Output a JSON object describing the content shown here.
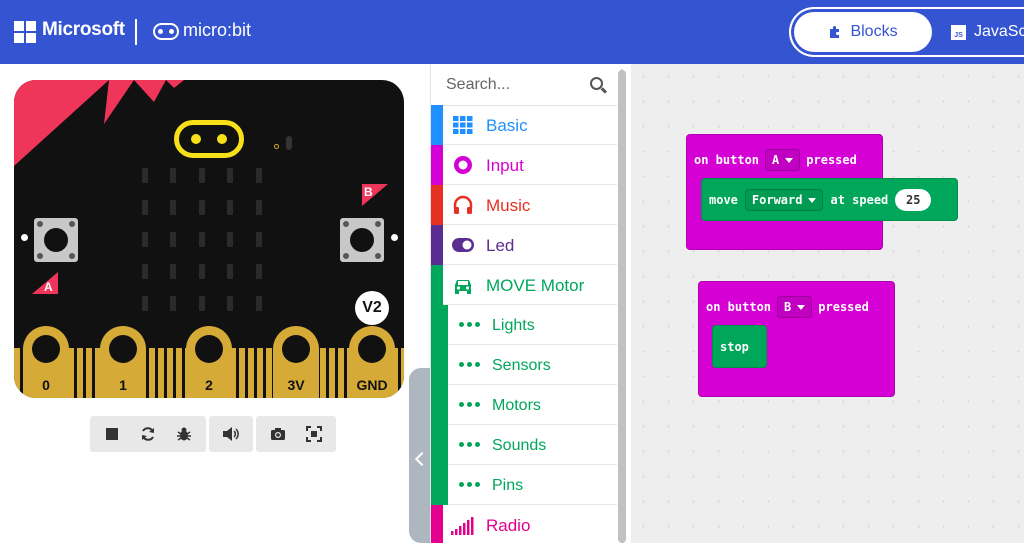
{
  "header": {
    "brand": "Microsoft",
    "product": "micro:bit",
    "tabs": {
      "blocks": "Blocks",
      "javascript": "JavaSc",
      "js_badge": "JS"
    }
  },
  "simulator": {
    "button_a": "A",
    "button_b": "B",
    "version": "V2",
    "pins": [
      "0",
      "1",
      "2",
      "3V",
      "GND"
    ]
  },
  "toolbox": {
    "search_placeholder": "Search...",
    "categories": [
      {
        "label": "Basic",
        "color": "#1e90ff",
        "icon": "grid-icon"
      },
      {
        "label": "Input",
        "color": "#d400d4",
        "icon": "target-icon"
      },
      {
        "label": "Music",
        "color": "#e63022",
        "icon": "headphones-icon"
      },
      {
        "label": "Led",
        "color": "#5c2d91",
        "icon": "toggle-icon"
      },
      {
        "label": "MOVE Motor",
        "color": "#00a65a",
        "icon": "car-icon"
      },
      {
        "label": "Lights",
        "color": "#00a65a",
        "icon": "dots-icon"
      },
      {
        "label": "Sensors",
        "color": "#00a65a",
        "icon": "dots-icon"
      },
      {
        "label": "Motors",
        "color": "#00a65a",
        "icon": "dots-icon"
      },
      {
        "label": "Sounds",
        "color": "#00a65a",
        "icon": "dots-icon"
      },
      {
        "label": "Pins",
        "color": "#00a65a",
        "icon": "dots-icon"
      },
      {
        "label": "Radio",
        "color": "#e3008c",
        "icon": "signal-icon"
      }
    ]
  },
  "workspace": {
    "block1": {
      "prefix": "on button",
      "button": "A",
      "suffix": "pressed",
      "inner": {
        "prefix": "move",
        "direction": "Forward",
        "mid": "at speed",
        "speed": "25"
      }
    },
    "block2": {
      "prefix": "on button",
      "button": "B",
      "suffix": "pressed",
      "inner": {
        "label": "stop"
      }
    }
  }
}
